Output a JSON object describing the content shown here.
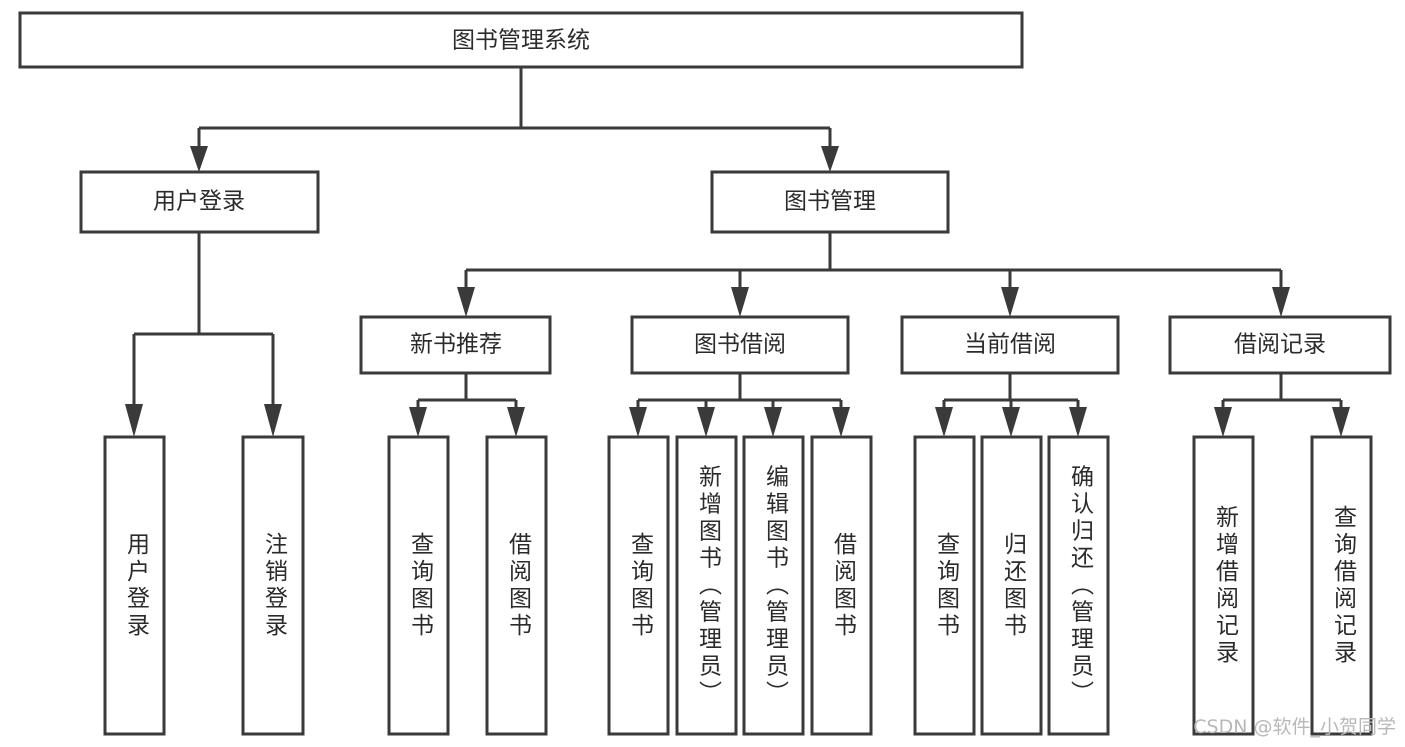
{
  "diagram": {
    "title": "图书管理系统",
    "type": "functional-structure-tree",
    "root": {
      "id": "root",
      "label": "图书管理系统"
    },
    "level1": [
      {
        "id": "user-login",
        "label": "用户登录"
      },
      {
        "id": "book-management",
        "label": "图书管理"
      }
    ],
    "level2": [
      {
        "id": "new-book-recommend",
        "label": "新书推荐",
        "parent": "book-management"
      },
      {
        "id": "book-borrow",
        "label": "图书借阅",
        "parent": "book-management"
      },
      {
        "id": "current-borrow",
        "label": "当前借阅",
        "parent": "book-management"
      },
      {
        "id": "borrow-record",
        "label": "借阅记录",
        "parent": "book-management"
      }
    ],
    "leaves": [
      {
        "id": "leaf-user-login",
        "label": "用户登录",
        "parent": "user-login"
      },
      {
        "id": "leaf-logout-login",
        "label": "注销登录",
        "parent": "user-login"
      },
      {
        "id": "leaf-query-book-1",
        "label": "查询图书",
        "parent": "new-book-recommend"
      },
      {
        "id": "leaf-borrow-book-1",
        "label": "借阅图书",
        "parent": "new-book-recommend"
      },
      {
        "id": "leaf-query-book-2",
        "label": "查询图书",
        "parent": "book-borrow"
      },
      {
        "id": "leaf-add-book",
        "label": "新增图书（管理员）",
        "parent": "book-borrow"
      },
      {
        "id": "leaf-edit-book",
        "label": "编辑图书（管理员）",
        "parent": "book-borrow"
      },
      {
        "id": "leaf-borrow-book-2",
        "label": "借阅图书",
        "parent": "book-borrow"
      },
      {
        "id": "leaf-query-book-3",
        "label": "查询图书",
        "parent": "current-borrow"
      },
      {
        "id": "leaf-return-book",
        "label": "归还图书",
        "parent": "current-borrow"
      },
      {
        "id": "leaf-confirm-return",
        "label": "确认归还（管理员）",
        "parent": "current-borrow"
      },
      {
        "id": "leaf-add-record",
        "label": "新增借阅记录",
        "parent": "borrow-record"
      },
      {
        "id": "leaf-query-record",
        "label": "查询借阅记录",
        "parent": "borrow-record"
      }
    ]
  },
  "watermark": {
    "text": "CSDN @软件_小贺同学"
  },
  "colors": {
    "stroke": "#3a3a3a",
    "fill": "#ffffff",
    "text": "#2b2b2b",
    "watermark": "#b8b8b8"
  }
}
